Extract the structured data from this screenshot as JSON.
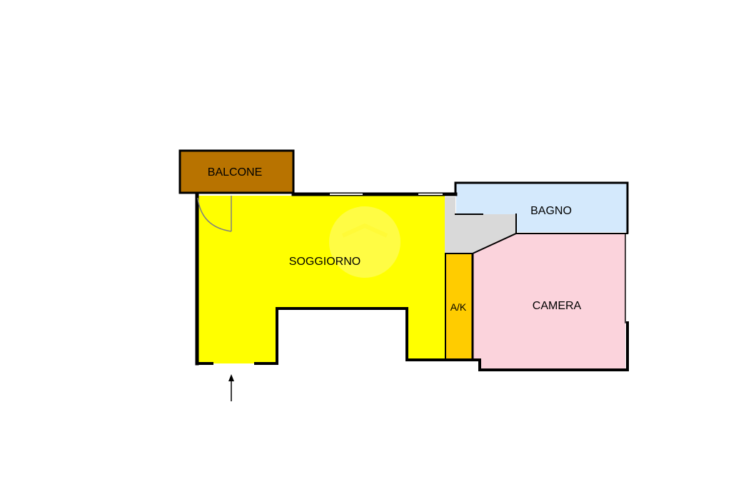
{
  "rooms": {
    "balcone": {
      "label": "BALCONE",
      "color": "#b87300"
    },
    "soggiorno": {
      "label": "SOGGIORNO",
      "color": "#ffff00"
    },
    "bagno": {
      "label": "BAGNO",
      "color": "#d4e9fc"
    },
    "camera": {
      "label": "CAMERA",
      "color": "#fbd3dc"
    },
    "angolo_cottura": {
      "label": "A/K",
      "color": "#ffcc00"
    },
    "disimpegno": {
      "label": "",
      "color": "#d9d9d9"
    }
  },
  "wall_color": "#000000",
  "icons": {
    "entrance": "entrance-arrow-icon",
    "door_swing": "door-swing-icon",
    "watermark": "watermark-logo-icon"
  }
}
